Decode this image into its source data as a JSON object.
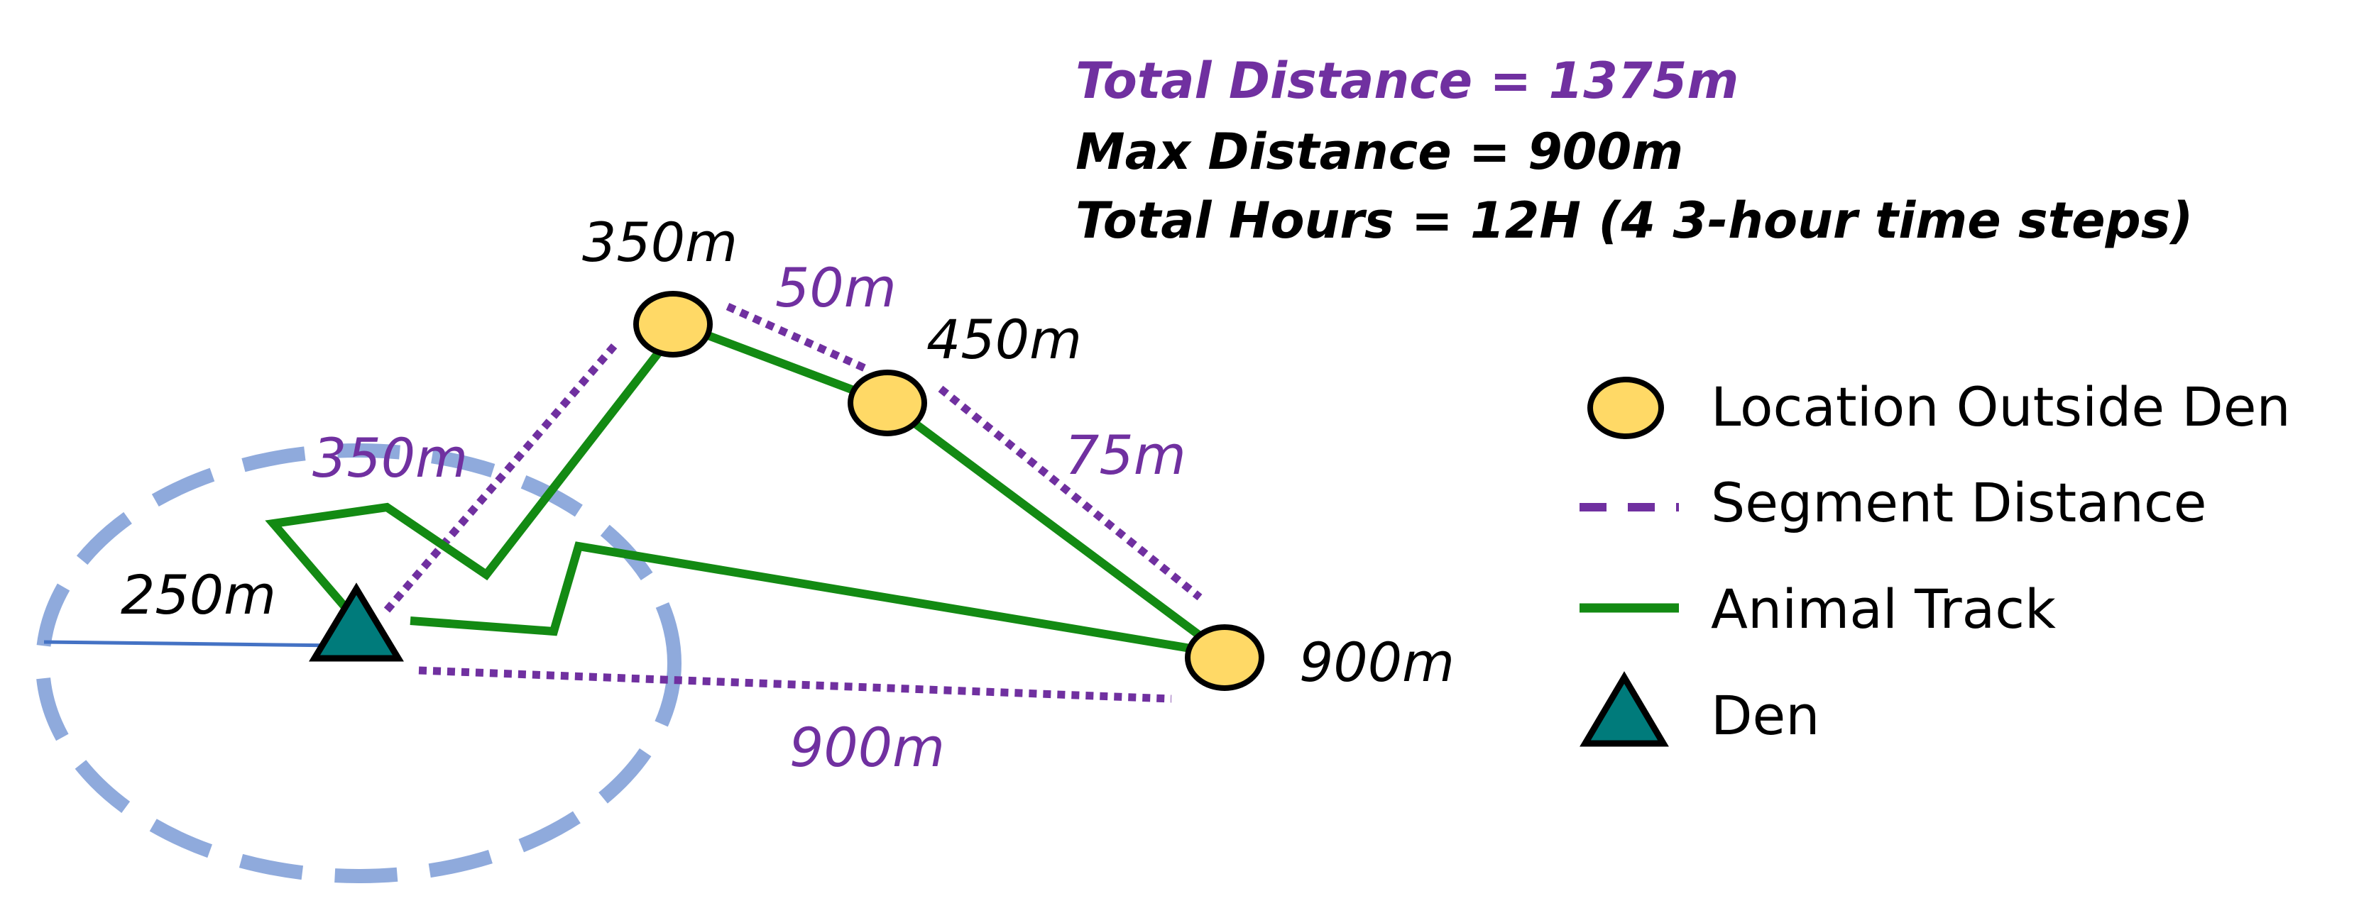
{
  "header": {
    "total_distance": "Total Distance = 1375m",
    "max_distance": "Max Distance = 900m",
    "total_hours": "Total Hours = 12H (4 3-hour time steps)"
  },
  "point_labels": {
    "p1": "350m",
    "p2": "450m",
    "p3": "900m",
    "radius": "250m"
  },
  "segment_labels": {
    "den_to_p1": "350m",
    "p1_to_p2": "50m",
    "p2_to_p3": "75m",
    "den_to_p3": "900m"
  },
  "legend": {
    "location": "Location Outside Den",
    "segment": "Segment Distance",
    "track": "Animal Track",
    "den": "Den"
  },
  "colors": {
    "track": "#138a13",
    "segment": "#7030a0",
    "location_fill": "#ffd966",
    "den_fill": "#007b7b",
    "circle": "#8faadc",
    "radius_line": "#4472c4",
    "header_purple": "#7030a0",
    "text": "#000000"
  }
}
